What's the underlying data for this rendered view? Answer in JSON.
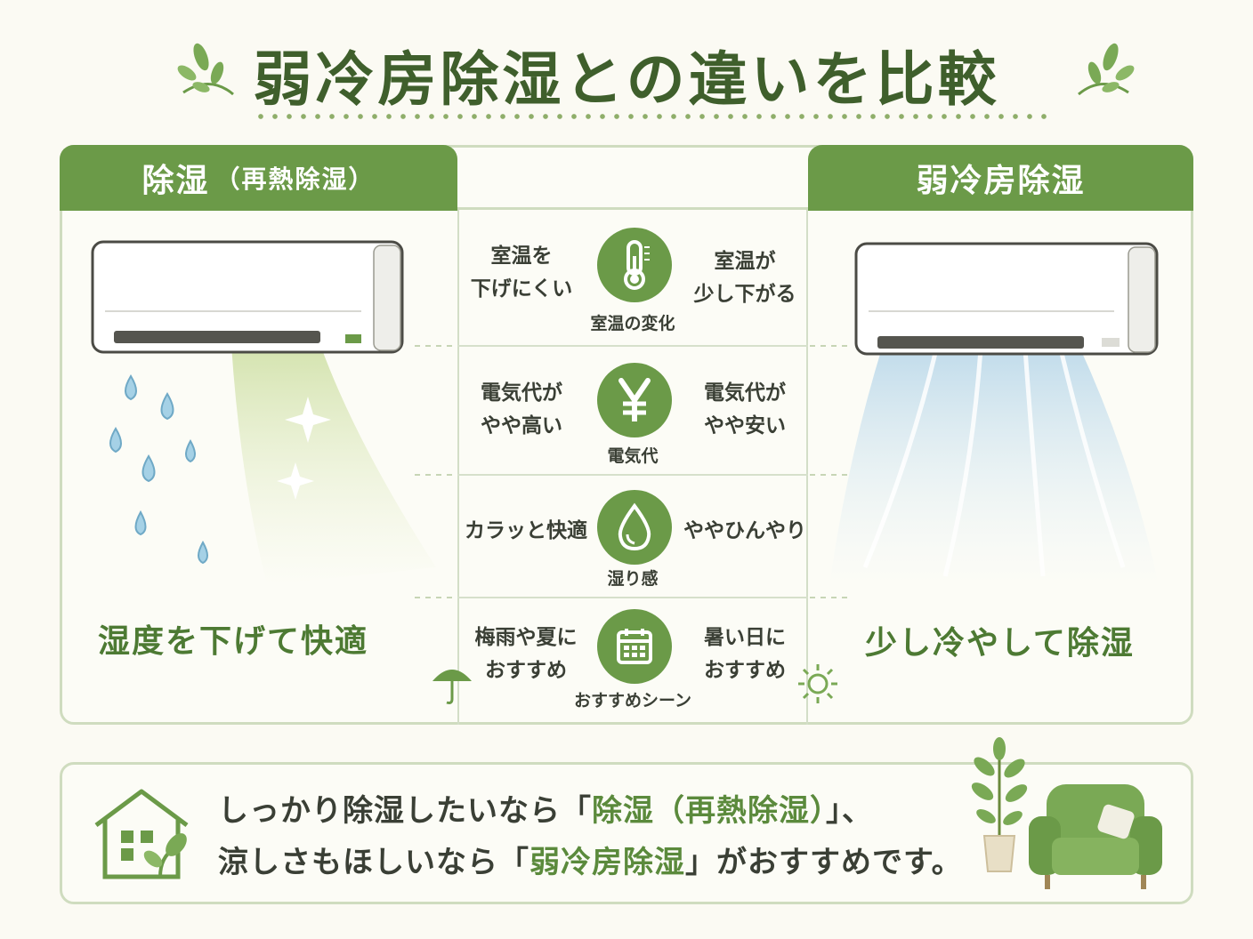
{
  "title": "弱冷房除湿との違いを比較",
  "left_tab": {
    "main": "除湿",
    "sub": "（再熱除湿）"
  },
  "right_tab": {
    "label": "弱冷房除湿"
  },
  "rows": [
    {
      "left": [
        "室温を",
        "下げにくい"
      ],
      "right": [
        "室温が",
        "少し下がる"
      ],
      "caption": "室温の変化",
      "icon": "thermometer-icon"
    },
    {
      "left": [
        "電気代が",
        "やや高い"
      ],
      "right": [
        "電気代が",
        "やや安い"
      ],
      "caption": "電気代",
      "icon": "yen-icon"
    },
    {
      "left": [
        "カラッと快適"
      ],
      "right": [
        "ややひんやり"
      ],
      "caption": "湿り感",
      "icon": "droplet-icon"
    },
    {
      "left": [
        "梅雨や夏に",
        "おすすめ"
      ],
      "right": [
        "暑い日に",
        "おすすめ"
      ],
      "caption": "おすすめシーン",
      "icon": "calendar-icon"
    }
  ],
  "left_caption": "湿度を下げて快適",
  "right_caption": "少し冷やして除湿",
  "message": {
    "line1_pre": "しっかり除湿したいなら「",
    "line1_hl": "除湿（再熱除湿）",
    "line1_post": "」、",
    "line2_pre": "涼しさもほしいなら「",
    "line2_hl": "弱冷房除湿",
    "line2_post": "」がおすすめです。"
  },
  "colors": {
    "accent": "#6b9a48",
    "title": "#3f5f2c",
    "border": "#cfdcbf",
    "water": "#8ec3dd"
  }
}
